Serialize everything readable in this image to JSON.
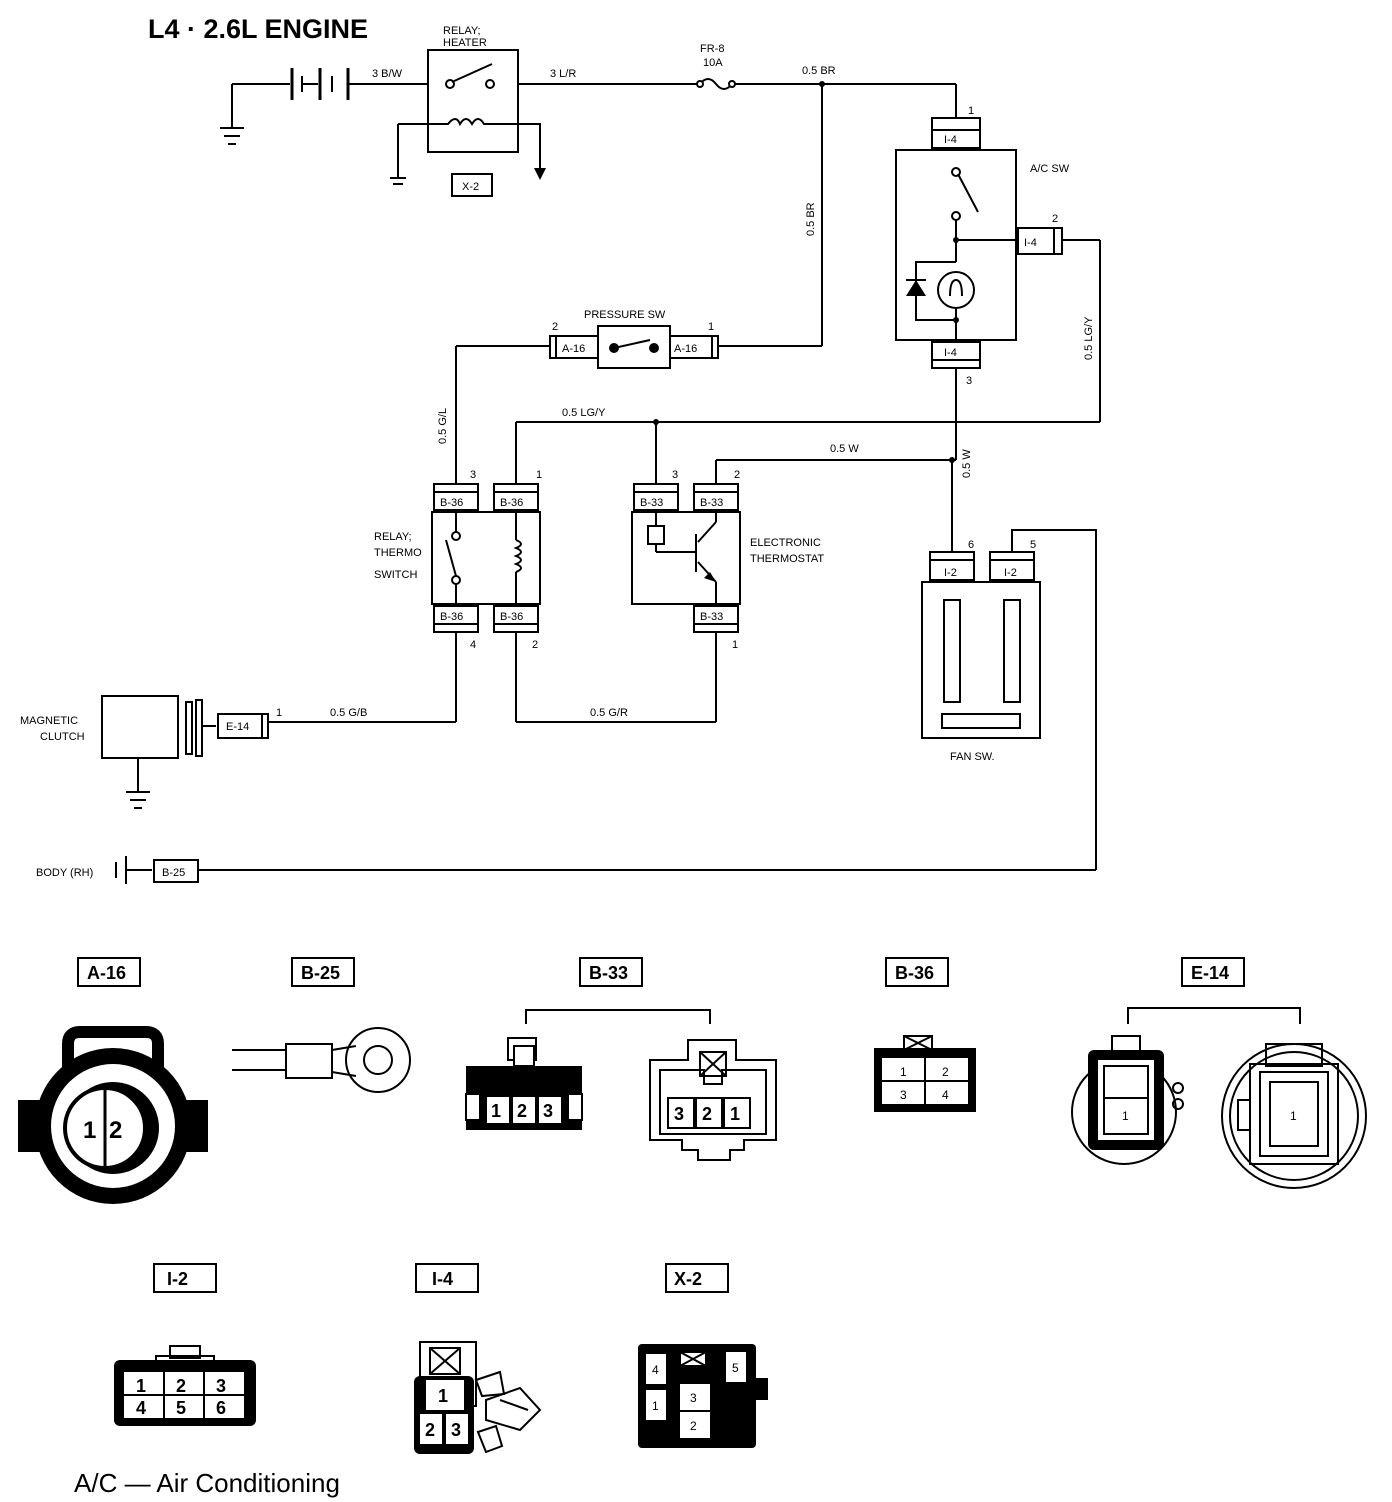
{
  "title": "L4 · 2.6L ENGINE",
  "footnote": "A/C — Air Conditioning",
  "components": {
    "relay_heater": "RELAY;\nHEATER",
    "pressure_sw": "PRESSURE SW",
    "ac_sw": "A/C SW",
    "relay_thermo": "RELAY;\nTHERMO\nSWITCH",
    "electronic_thermostat": "ELECTRONIC\nTHERMOSTAT",
    "fan_sw": "FAN SW.",
    "magnetic_clutch": "MAGNETIC\nCLUTCH",
    "body_ground": "BODY (RH)",
    "fuse": "FR-8",
    "fuse_rating": "10A"
  },
  "wires": {
    "w_3bw": "3 B/W",
    "w_3lr": "3 L/R",
    "w_05br_top": "0.5 BR",
    "w_05br_vert": "0.5 BR",
    "w_05lgy_right": "0.5 LG/Y",
    "w_05lgy_mid": "0.5 LG/Y",
    "w_05gl": "0.5 G/L",
    "w_05w_h": "0.5 W",
    "w_05w_v": "0.5 W",
    "w_05gb": "0.5 G/B",
    "w_05gr": "0.5 G/R"
  },
  "connector_tags": {
    "x2": "X-2",
    "i4": "I-4",
    "a16": "A-16",
    "b36": "B-36",
    "b33": "B-33",
    "i2": "I-2",
    "e14": "E-14",
    "b25": "B-25"
  },
  "pins": {
    "p1": "1",
    "p2": "2",
    "p3": "3",
    "p4": "4",
    "p5": "5",
    "p6": "6"
  },
  "legend": {
    "a16": {
      "label": "A-16",
      "pins": [
        "1",
        "2"
      ]
    },
    "b25": {
      "label": "B-25"
    },
    "b33": {
      "label": "B-33",
      "male_pins": [
        "1",
        "2",
        "3"
      ],
      "female_pins": [
        "3",
        "2",
        "1"
      ]
    },
    "b36": {
      "label": "B-36",
      "pins": [
        "1",
        "2",
        "3",
        "4"
      ]
    },
    "e14": {
      "label": "E-14",
      "pins": [
        "1",
        "1"
      ]
    },
    "i2": {
      "label": "I-2",
      "pins": [
        "1",
        "2",
        "3",
        "4",
        "5",
        "6"
      ]
    },
    "i4": {
      "label": "I-4",
      "pins": [
        "1",
        "2",
        "3"
      ]
    },
    "x2": {
      "label": "X-2",
      "pins": [
        "4",
        "5",
        "1",
        "3",
        "2"
      ]
    }
  }
}
